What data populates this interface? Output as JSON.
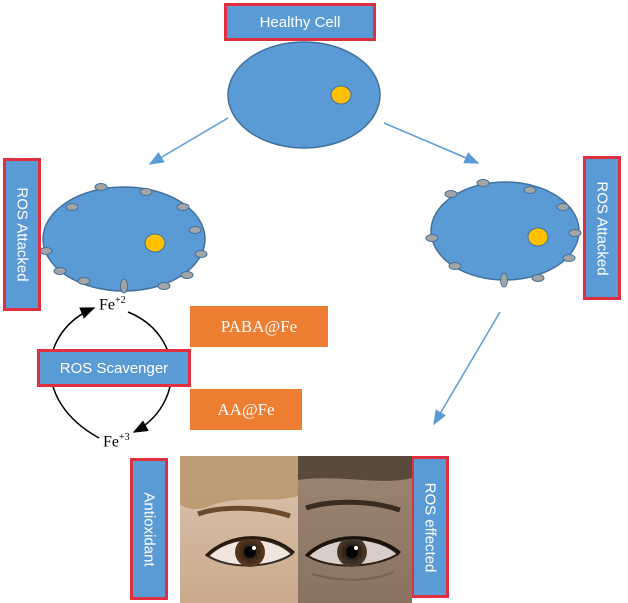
{
  "labels": {
    "healthy_cell": "Healthy Cell",
    "ros_attacked_left": "ROS Attacked",
    "ros_attacked_right": "ROS Attacked",
    "ros_scavenger": "ROS Scavenger",
    "paba_fe": "PABA@Fe",
    "aa_fe": "AA@Fe",
    "antioxidant": "Antioxidant",
    "ros_effected": "ROS effected"
  },
  "iron": {
    "fe2_base": "Fe",
    "fe2_charge": "+2",
    "fe3_base": "Fe",
    "fe3_charge": "+3"
  },
  "colors": {
    "cell_fill": "#5b9bd5",
    "cell_stroke": "#41719c",
    "nucleus": "#ffc000",
    "box_border": "#e03040",
    "orange": "#ed7d31",
    "arrow": "#5b9bd5"
  }
}
